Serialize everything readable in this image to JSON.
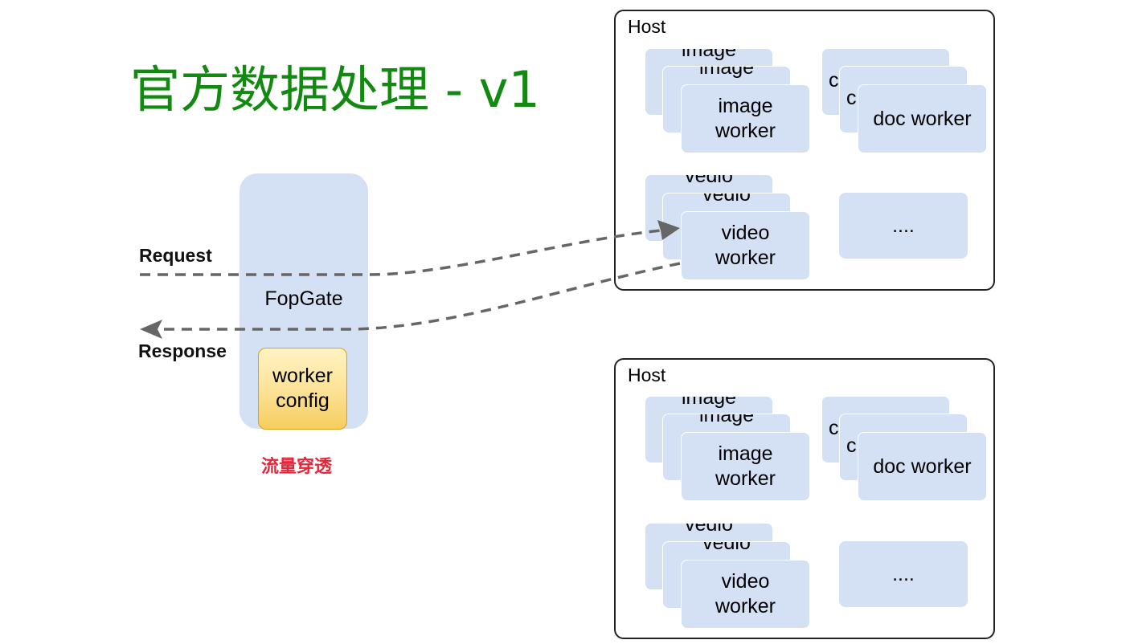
{
  "title": "官方数据处理 - v1",
  "gateway": {
    "label": "FopGate",
    "config_label": "worker\nconfig",
    "caption": "流量穿透"
  },
  "flows": {
    "request_label": "Request",
    "response_label": "Response"
  },
  "hosts": [
    {
      "label": "Host",
      "image_stack": [
        "image",
        "image",
        "image\nworker"
      ],
      "doc_stack": [
        "c",
        "c",
        "doc worker"
      ],
      "video_stack": [
        "vedio",
        "vedio",
        "video\nworker"
      ],
      "more": "...."
    },
    {
      "label": "Host",
      "image_stack": [
        "image",
        "image",
        "image\nworker"
      ],
      "doc_stack": [
        "c",
        "c",
        "doc worker"
      ],
      "video_stack": [
        "vedio",
        "vedio",
        "video\nworker"
      ],
      "more": "...."
    }
  ],
  "colors": {
    "title": "#128a12",
    "card_fill": "#d4e0f3",
    "config_fill": "#fde39a",
    "config_border": "#d6a517",
    "caption": "#e3283b",
    "arrow": "#666666"
  }
}
